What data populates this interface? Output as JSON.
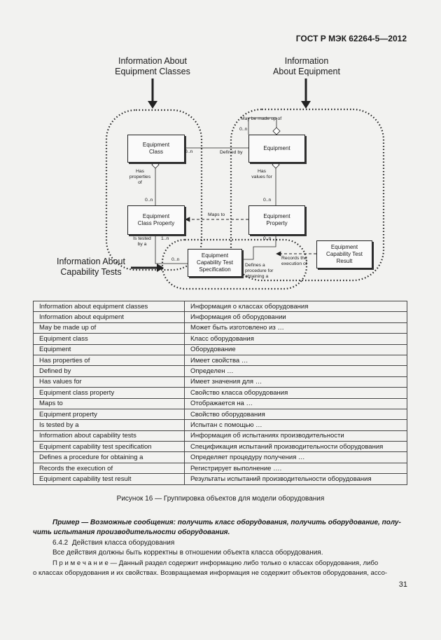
{
  "header": {
    "doc_code": "ГОСТ Р МЭК 62264-5—2012"
  },
  "diagram": {
    "groups": {
      "equipment_classes": [
        "Information About",
        "Equipment Classes"
      ],
      "equipment": [
        "Information",
        "About Equipment"
      ],
      "capability_tests": [
        "Information About",
        "Capability Tests"
      ]
    },
    "boxes": {
      "equipment_class": [
        "Equipment",
        "Class"
      ],
      "equipment": [
        "Equipment"
      ],
      "equipment_class_property": [
        "Equipment",
        "Class Property"
      ],
      "equipment_property": [
        "Equipment",
        "Property"
      ],
      "capability_test_spec": [
        "Equipment",
        "Capability Test",
        "Specification"
      ],
      "capability_test_result": [
        "Equipment",
        "Capability Test",
        "Result"
      ]
    },
    "labels": {
      "may_be_made_up_of": "May be made up of",
      "mult_made_up": "0..n",
      "mult_defined": "0..n",
      "defined_by": "Defined by",
      "has_properties_of": [
        "Has",
        "properties",
        "of"
      ],
      "mult_class_prop": "0..n",
      "has_values_for": [
        "Has",
        "values for"
      ],
      "mult_eq_prop": "0..n",
      "maps_to": "Maps to",
      "is_tested_by_a": [
        "Is tested",
        "by a"
      ],
      "mult_tested": "1..n",
      "mult_spec": "0..n",
      "mult_eq_prop2": "0..n",
      "defines_procedure": [
        "Defines a",
        "procedure for",
        "obtaining a"
      ],
      "records_execution": [
        "Records the",
        "execution of"
      ]
    }
  },
  "legend": {
    "rows": [
      [
        "Information about equipment classes",
        "Информация о классах оборудования"
      ],
      [
        "Information about equipment",
        "Информация об оборудовании"
      ],
      [
        "May be made up of",
        "Может быть изготовлено из …"
      ],
      [
        "Equipment class",
        "Класс оборудования"
      ],
      [
        "Equipment",
        "Оборудование"
      ],
      [
        "Has properties of",
        "Имеет свойства …"
      ],
      [
        "Defined by",
        "Определен …"
      ],
      [
        "Has values for",
        "Имеет значения для …"
      ],
      [
        "Equipment class property",
        "Свойство класса оборудования"
      ],
      [
        "Maps to",
        "Отображается на …"
      ],
      [
        "Equipment property",
        "Свойство оборудования"
      ],
      [
        "Is tested by a",
        "Испытан с помощью …"
      ],
      [
        "Information about capability tests",
        "Информация об испытаниях производительности"
      ],
      [
        "Equipment capability test specification",
        "Спецификация испытаний производительности оборудования"
      ],
      [
        "Defines a procedure for obtaining a",
        "Определяет процедуру получения …"
      ],
      [
        "Records the execution of",
        "Регистрирует выполнение …."
      ],
      [
        "Equipment capability test result",
        "Результаты испытаний производительности оборудования"
      ]
    ]
  },
  "caption": "Рисунок 16 — Группировка объектов для модели оборудования",
  "example": {
    "line1": "Пример — Возможные сообщения: получить класс оборудования, получить оборудование, полу-",
    "line2": "чить испытания производительности оборудования."
  },
  "section": {
    "number": "6.4.2",
    "title": "Действия класса оборудования"
  },
  "body_text": "Все действия должны быть корректны в отношении объекта класса оборудования.",
  "note": {
    "label": "П р и м е ч а н и е",
    "line1": " — Данный раздел содержит информацию либо только о классах оборудования, либо",
    "line2": "о классах оборудования и их свойствах. Возвращаемая информация не содержит объектов оборудования, ассо-"
  },
  "page_number": "31"
}
